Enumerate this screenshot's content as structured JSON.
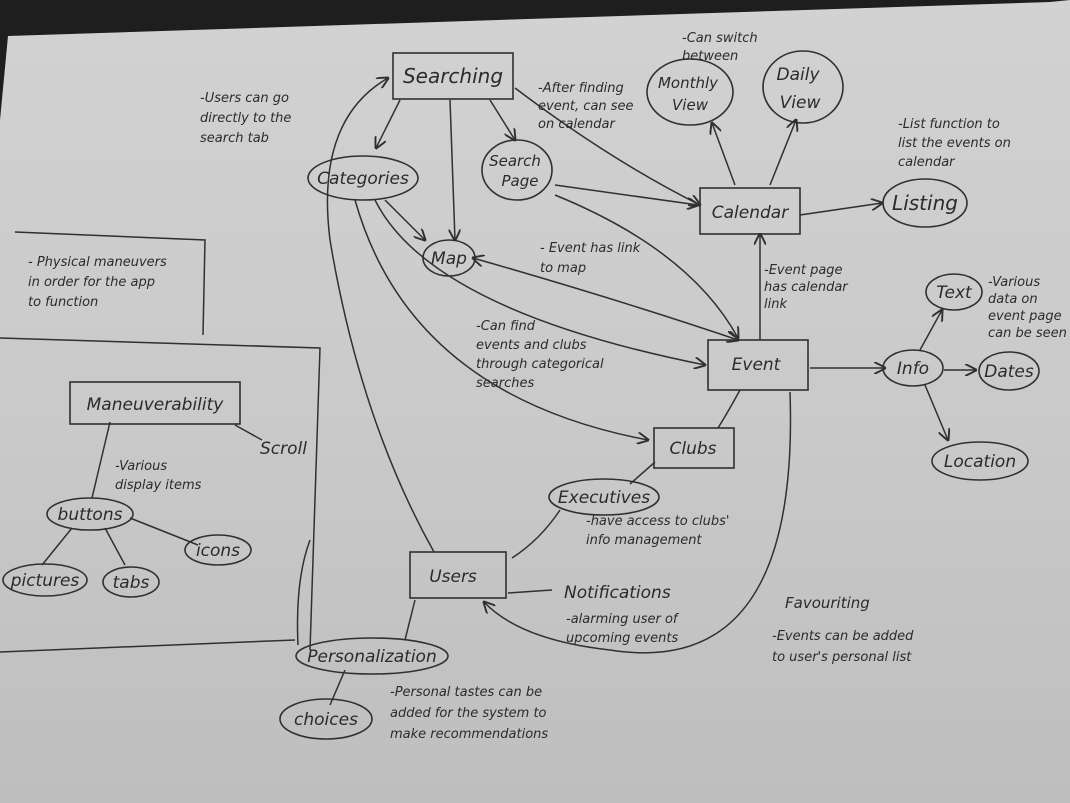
{
  "nodes": {
    "searching": "Searching",
    "categories": "Categories",
    "search_page_line1": "Search",
    "search_page_line2": "Page",
    "map": "Map",
    "monthly_line1": "Monthly",
    "monthly_line2": "View",
    "daily_line1": "Daily",
    "daily_line2": "View",
    "calendar": "Calendar",
    "listing": "Listing",
    "event": "Event",
    "info": "Info",
    "text": "Text",
    "dates": "Dates",
    "location": "Location",
    "clubs": "Clubs",
    "executives": "Executives",
    "users": "Users",
    "notifications": "Notifications",
    "favouriting": "Favouriting",
    "personalization": "Personalization",
    "choices": "choices",
    "maneuverability": "Maneuverability",
    "scroll": "Scroll",
    "buttons": "buttons",
    "icons": "icons",
    "pictures": "pictures",
    "tabs": "tabs"
  },
  "notes": {
    "switch_views": [
      "-Can switch",
      "between"
    ],
    "search_tab": [
      "-Users can go",
      "directly to the",
      "search tab"
    ],
    "after_finding": [
      "-After finding",
      "event, can see",
      "on calendar"
    ],
    "list_function": [
      "-List function to",
      "list the events on",
      "calendar"
    ],
    "physical": [
      "- Physical maneuvers",
      "in order for the app",
      "to function"
    ],
    "event_map": [
      "- Event has link",
      "to map"
    ],
    "event_calendar": [
      "-Event page",
      "has calendar",
      "link"
    ],
    "various_data": [
      "-Various",
      "data on",
      "event page",
      "can be seen"
    ],
    "categorical": [
      "-Can find",
      "events and clubs",
      "through categorical",
      "searches"
    ],
    "display_items": [
      "-Various",
      "display items"
    ],
    "club_access": [
      "-have access to clubs'",
      "info management"
    ],
    "alarming": [
      "-alarming user of",
      "upcoming events"
    ],
    "favourite_list": [
      "-Events can be added",
      "to user's personal list"
    ],
    "personal_tastes": [
      "-Personal tastes can be",
      "added for the system to",
      "make recommendations"
    ]
  }
}
